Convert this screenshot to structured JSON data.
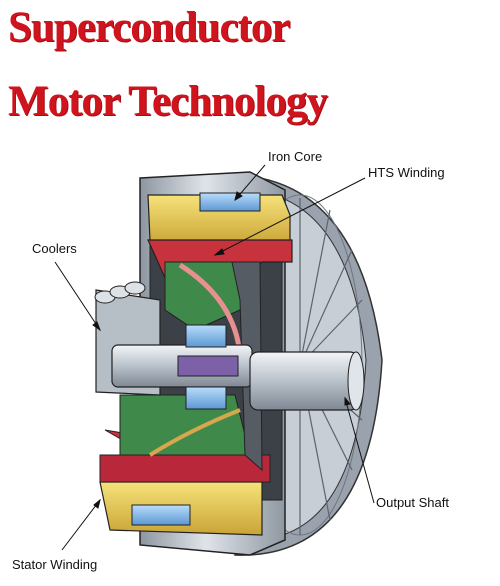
{
  "title": {
    "line1": "Superconductor",
    "line2": "Motor Technology"
  },
  "labels": {
    "iron_core": "Iron Core",
    "hts_winding": "HTS Winding",
    "coolers": "Coolers",
    "output_shaft": "Output Shaft",
    "stator_winding": "Stator Winding"
  },
  "colors": {
    "title": "#d0141e",
    "housing": "#b9c0c8",
    "stator_winding": "#e8c94a",
    "hts_winding": "#7fb6e8",
    "rotor_red": "#c8323c",
    "rotor_green": "#3f8a4a",
    "shaft": "#cfd6dd"
  }
}
